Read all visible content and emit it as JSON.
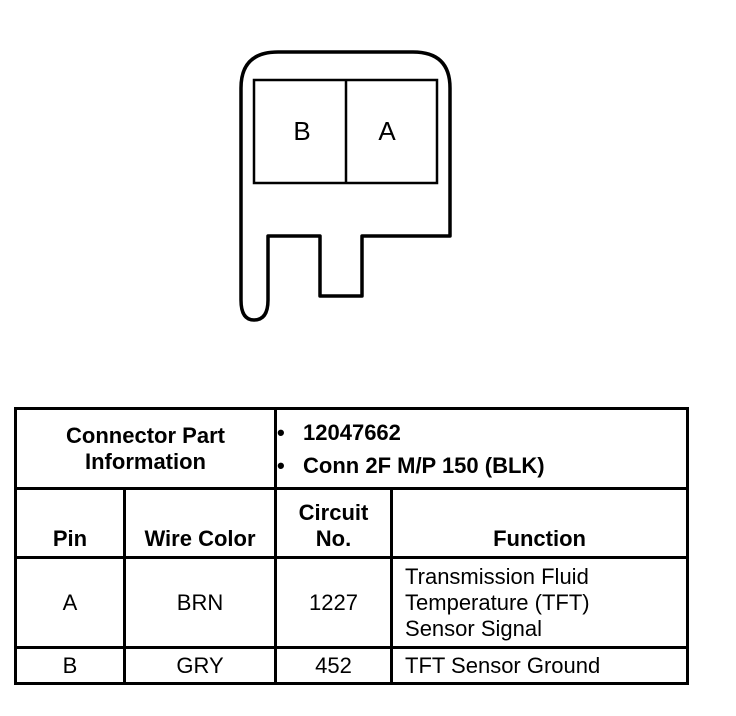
{
  "connector": {
    "cavities": [
      "B",
      "A"
    ]
  },
  "table": {
    "info_label": [
      "Connector Part",
      "Information"
    ],
    "part_info": [
      "12047662",
      "Conn 2F M/P 150 (BLK)"
    ],
    "columns": {
      "pin": "Pin",
      "wire_color": "Wire Color",
      "circuit": [
        "Circuit",
        "No."
      ],
      "function": "Function"
    },
    "rows": [
      {
        "pin": "A",
        "wire_color": "BRN",
        "circuit": "1227",
        "function": [
          "Transmission Fluid",
          "Temperature (TFT)",
          "Sensor Signal"
        ]
      },
      {
        "pin": "B",
        "wire_color": "GRY",
        "circuit": "452",
        "function": [
          "TFT Sensor Ground"
        ]
      }
    ]
  }
}
